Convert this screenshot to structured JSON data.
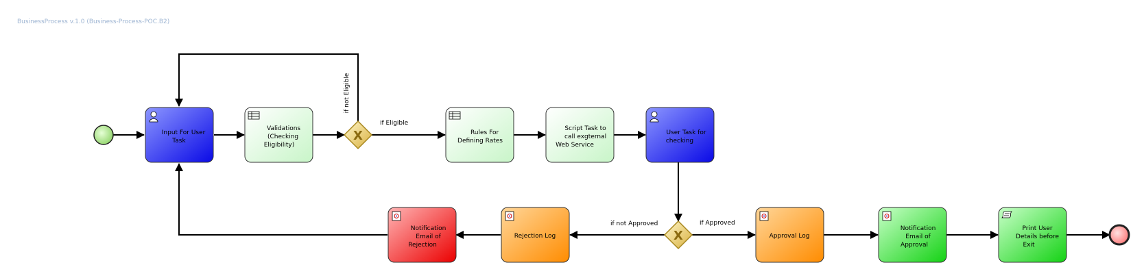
{
  "diagram": {
    "title": "BusinessProcess v.1.0 (Business-Process-POC.B2)",
    "start_event": {
      "label": ""
    },
    "end_event": {
      "label": ""
    },
    "tasks": {
      "input_user_task": {
        "lines": [
          "Input For User",
          "Task"
        ],
        "icon": "user-icon",
        "color": "blue"
      },
      "validations": {
        "lines": [
          "Validations",
          "(Checking",
          "Eligibility)"
        ],
        "icon": "table-icon",
        "color": "light-green"
      },
      "rules_rates": {
        "lines": [
          "Rules For",
          "Defining Rates"
        ],
        "icon": "table-icon",
        "color": "light-green"
      },
      "script_task": {
        "lines": [
          "Script Task to",
          "call exgternal",
          "Web Service"
        ],
        "icon": "none",
        "color": "light-green"
      },
      "user_task_checking": {
        "lines": [
          "User Task for",
          "checking"
        ],
        "icon": "user-icon",
        "color": "blue"
      },
      "approval_log": {
        "lines": [
          "Approval Log"
        ],
        "icon": "service-icon",
        "color": "orange"
      },
      "notification_approval": {
        "lines": [
          "Notification",
          "Email of",
          "Approval"
        ],
        "icon": "service-icon",
        "color": "green"
      },
      "print_user": {
        "lines": [
          "Print User",
          "Details before",
          "Exit"
        ],
        "icon": "script-icon",
        "color": "green"
      },
      "rejection_log": {
        "lines": [
          "Rejection Log"
        ],
        "icon": "service-icon",
        "color": "orange"
      },
      "notification_rejection": {
        "lines": [
          "Notification",
          "Email of",
          "Rejection"
        ],
        "icon": "service-icon",
        "color": "red"
      }
    },
    "edge_labels": {
      "not_eligible": "if not Eligible",
      "eligible": "if Eligible",
      "not_approved": "if not Approved",
      "approved": "if Approved"
    },
    "colors": {
      "blue_top": "#8c96ff",
      "blue_bottom": "#0a0ae6",
      "light_green_top": "#ffffff",
      "light_green_bottom": "#c8f5c8",
      "orange_top": "#ffd699",
      "orange_bottom": "#ff8c00",
      "green_top": "#c8ffc8",
      "green_bottom": "#14d214",
      "red_top": "#ffb4b4",
      "red_bottom": "#eb0000",
      "gateway": "#e8c860",
      "start_event": "#9fe07a",
      "end_event": "#ff8c8c"
    }
  }
}
